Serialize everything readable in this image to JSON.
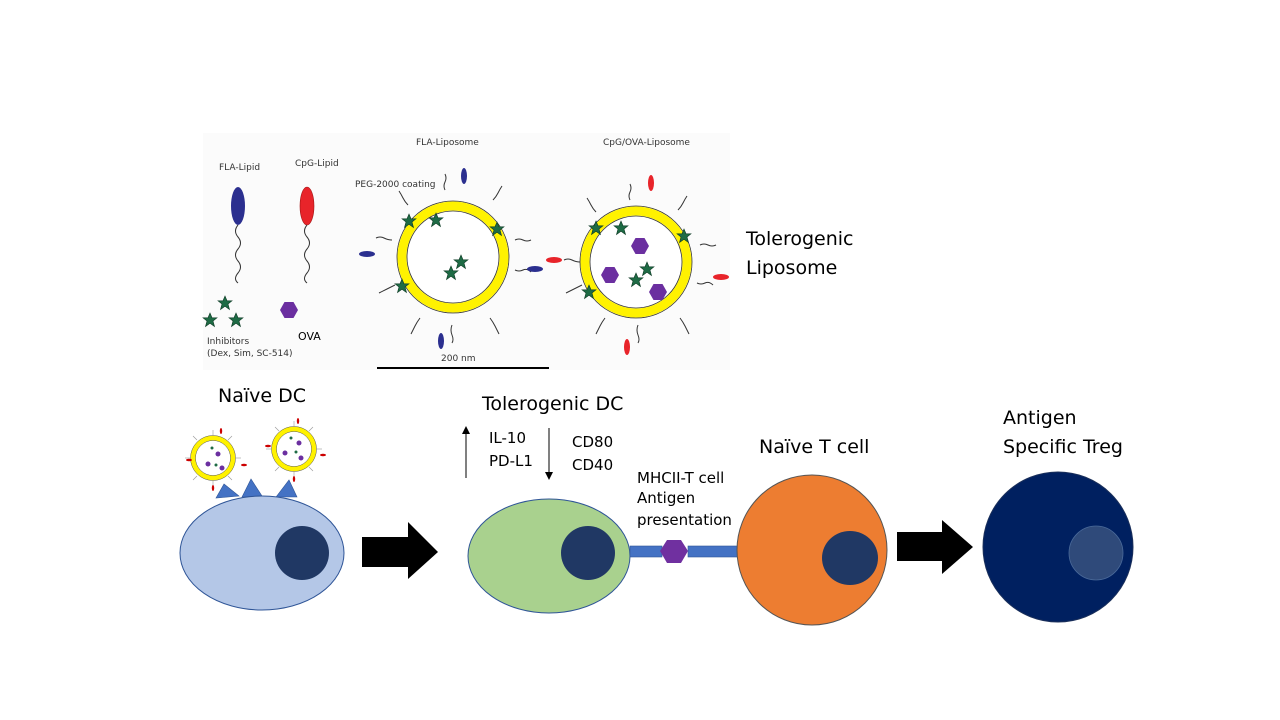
{
  "panel": {
    "fla_lipid_label": "FLA-Lipid",
    "cpg_lipid_label": "CpG-Lipid",
    "inhibitors_label_line1": "Inhibitors",
    "inhibitors_label_line2": "(Dex, Sim, SC-514)",
    "ova_label": "OVA",
    "peg_label": "PEG-2000 coating",
    "fla_liposome_title": "FLA-Liposome",
    "cpg_ova_liposome_title": "CpG/OVA-Liposome",
    "scale_bar_label": "200 nm"
  },
  "tolerogenic_liposome": {
    "line1": "Tolerogenic",
    "line2": "Liposome"
  },
  "cells": {
    "naive_dc": {
      "label": "Naïve DC",
      "fill": "#b4c7e7",
      "nucleus": "#203864"
    },
    "tolerogenic_dc": {
      "label": "Tolerogenic DC",
      "fill": "#a9d18e",
      "nucleus": "#203864",
      "up_markers": [
        "IL-10",
        "PD-L1"
      ],
      "down_markers": [
        "CD80",
        "CD40"
      ]
    },
    "naive_t": {
      "label": "Naïve T cell",
      "fill": "#ed7d31",
      "nucleus": "#203864"
    },
    "treg": {
      "label_line1": "Antigen",
      "label_line2": "Specific Treg",
      "fill": "#002060",
      "nucleus": "#2f4a7a"
    }
  },
  "synapse": {
    "line1": "MHCII-T cell",
    "line2": "Antigen",
    "line3": "presentation"
  },
  "colors": {
    "lipid_blue": "#2b2f8f",
    "lipid_red": "#e8242a",
    "membrane_yellow": "#fff200",
    "inhibitor_green": "#1e6b45",
    "ova_purple": "#6b2fa0",
    "receptor_blue": "#4472c4"
  }
}
